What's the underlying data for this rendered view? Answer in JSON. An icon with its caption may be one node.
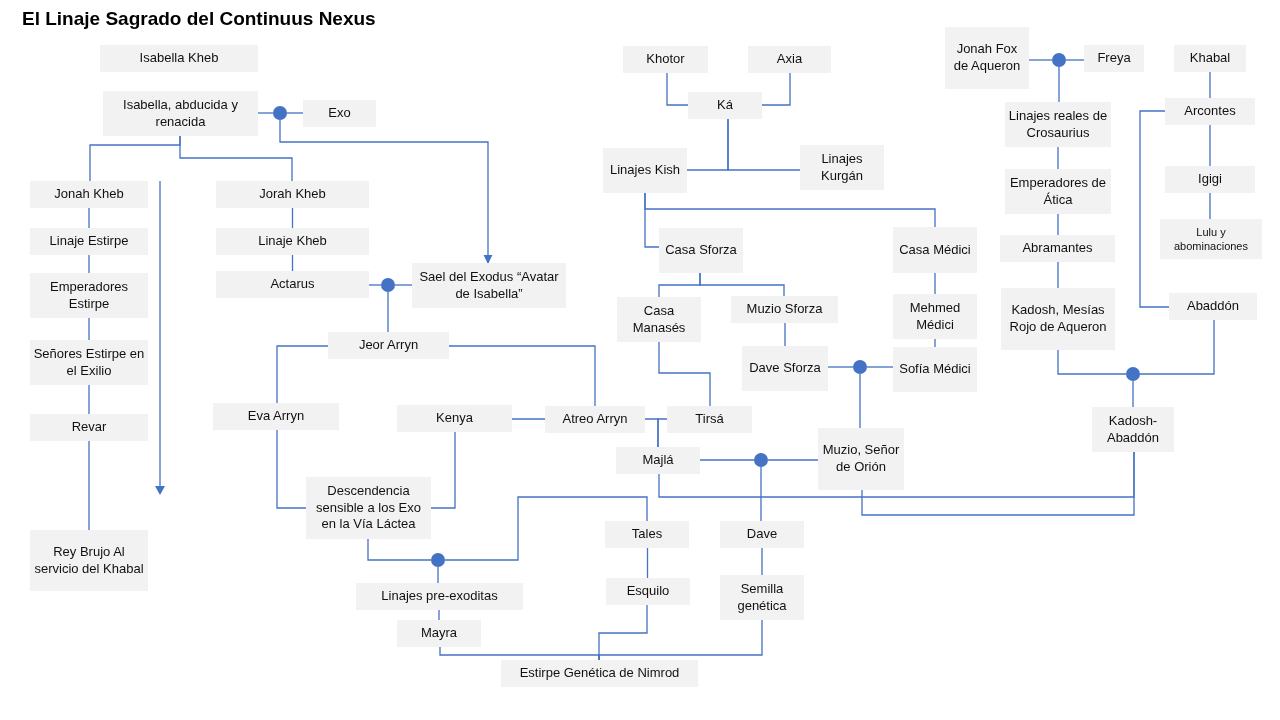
{
  "diagram": {
    "title": "El Linaje Sagrado del Continuus Nexus",
    "nodes": [
      {
        "text": [
          "Isabella Kheb"
        ]
      },
      {
        "text": [
          "Isabella, abducida y renacida"
        ]
      },
      {
        "text": [
          "Exo"
        ]
      },
      {
        "text": [],
        "shape": "circle"
      },
      {
        "text": [
          "Jonah Kheb"
        ]
      },
      {
        "text": [
          "Linaje Estirpe"
        ]
      },
      {
        "text": [
          "Emperadores Estirpe"
        ]
      },
      {
        "text": [
          "Señores Estirpe en el Exilio"
        ]
      },
      {
        "text": [
          "Revar"
        ]
      },
      {
        "text": [
          "Rey Brujo Al servicio del Khabal"
        ]
      },
      {
        "text": [
          "Jorah Kheb"
        ]
      },
      {
        "text": [
          "Linaje Kheb"
        ]
      },
      {
        "text": [
          "Actarus"
        ]
      },
      {
        "text": [],
        "shape": "circle"
      },
      {
        "text": [
          "Sael del Exodus “Avatar de Isabella”"
        ]
      },
      {
        "text": [
          "Jeor Arryn"
        ]
      },
      {
        "text": [
          "Eva Arryn"
        ]
      },
      {
        "text": [
          "Kenya"
        ]
      },
      {
        "text": [
          "Atreo Arryn"
        ]
      },
      {
        "text": [
          "Tirsá"
        ]
      },
      {
        "text": [
          "Majlá"
        ]
      },
      {
        "text": [
          "Descendencia sensible a los Exo en la Vía Láctea"
        ]
      },
      {
        "text": [],
        "shape": "circle"
      },
      {
        "text": [
          "Linajes pre-exoditas"
        ]
      },
      {
        "text": [
          "Mayra"
        ]
      },
      {
        "text": [
          "Tales"
        ]
      },
      {
        "text": [
          "Esquilo"
        ]
      },
      {
        "text": [
          "Estirpe Genética de Nimrod"
        ]
      },
      {
        "text": [
          "Dave"
        ]
      },
      {
        "text": [
          "Semilla genética"
        ]
      },
      {
        "text": [],
        "shape": "circle"
      },
      {
        "text": [
          "Muzio, Señor de Orión"
        ]
      },
      {
        "text": [
          "Khotor"
        ]
      },
      {
        "text": [
          "Axia"
        ]
      },
      {
        "text": [
          "Ká"
        ]
      },
      {
        "text": [
          "Linajes Kish"
        ]
      },
      {
        "text": [
          "Linajes Kurgán"
        ]
      },
      {
        "text": [
          "Casa Sforza"
        ]
      },
      {
        "text": [
          "Casa Médici"
        ]
      },
      {
        "text": [
          "Casa Manasés"
        ]
      },
      {
        "text": [
          "Muzio Sforza"
        ]
      },
      {
        "text": [
          "Mehmed Médici"
        ]
      },
      {
        "text": [
          "Dave Sforza"
        ]
      },
      {
        "text": [],
        "shape": "circle"
      },
      {
        "text": [
          "Sofía Médici"
        ]
      },
      {
        "text": [
          "Jonah Fox de Aqueron"
        ]
      },
      {
        "text": [],
        "shape": "circle"
      },
      {
        "text": [
          "Freya"
        ]
      },
      {
        "text": [
          "Khabal"
        ]
      },
      {
        "text": [
          "Linajes reales de Crosaurius"
        ]
      },
      {
        "text": [
          "Arcontes"
        ]
      },
      {
        "text": [
          "Emperadores de Ática"
        ]
      },
      {
        "text": [
          "Igigi"
        ]
      },
      {
        "text": [
          "Lulu y abominaciones"
        ]
      },
      {
        "text": [
          "Abramantes"
        ]
      },
      {
        "text": [
          "Kadosh, Mesías Rojo de Aqueron"
        ]
      },
      {
        "text": [
          "Abaddón"
        ]
      },
      {
        "text": [],
        "shape": "circle"
      },
      {
        "text": [
          "Kadosh-Abaddón"
        ]
      }
    ],
    "edges": [
      {
        "from": 1,
        "to": 3,
        "arrow": "none"
      },
      {
        "from": 3,
        "to": 2,
        "arrow": "none"
      },
      {
        "from": 3,
        "to": 14,
        "arrow": "to"
      },
      {
        "from": 1,
        "to": 4,
        "arrow": "none"
      },
      {
        "from": 1,
        "to": 10,
        "arrow": "none"
      },
      {
        "from": 4,
        "to": 5,
        "arrow": "none"
      },
      {
        "from": 5,
        "to": 6,
        "arrow": "none"
      },
      {
        "from": 6,
        "to": 7,
        "arrow": "none"
      },
      {
        "from": 7,
        "to": 8,
        "arrow": "none"
      },
      {
        "from": 8,
        "to": 9,
        "arrow": "none"
      },
      {
        "from": 10,
        "to": 11,
        "arrow": "none"
      },
      {
        "from": 11,
        "to": 12,
        "arrow": "none"
      },
      {
        "from": 12,
        "to": 13,
        "arrow": "none"
      },
      {
        "from": 13,
        "to": 14,
        "arrow": "none"
      },
      {
        "from": 13,
        "to": 15,
        "arrow": "none"
      },
      {
        "from": 15,
        "to": 16,
        "arrow": "none"
      },
      {
        "from": 15,
        "to": 18,
        "arrow": "none"
      },
      {
        "from": 16,
        "to": 21,
        "arrow": "none"
      },
      {
        "from": 17,
        "to": 21,
        "arrow": "none"
      },
      {
        "from": 17,
        "to": 18,
        "arrow": "none"
      },
      {
        "from": 18,
        "to": 20,
        "arrow": "none"
      },
      {
        "from": 19,
        "to": 20,
        "arrow": "none"
      },
      {
        "from": 39,
        "to": 19,
        "arrow": "none"
      },
      {
        "from": 21,
        "to": 22,
        "arrow": "none"
      },
      {
        "from": 22,
        "to": 23,
        "arrow": "none"
      },
      {
        "from": 22,
        "to": 25,
        "arrow": "none"
      },
      {
        "from": 23,
        "to": 24,
        "arrow": "none"
      },
      {
        "from": 24,
        "to": 27,
        "arrow": "none"
      },
      {
        "from": 29,
        "to": 27,
        "arrow": "none"
      },
      {
        "from": 26,
        "to": 27,
        "arrow": "none"
      },
      {
        "from": 25,
        "to": 26,
        "arrow": "none"
      },
      {
        "from": 28,
        "to": 29,
        "arrow": "none"
      },
      {
        "from": 20,
        "to": 30,
        "arrow": "none"
      },
      {
        "from": 30,
        "to": 31,
        "arrow": "none"
      },
      {
        "from": 30,
        "to": 28,
        "arrow": "none"
      },
      {
        "from": 42,
        "to": 43,
        "arrow": "none"
      },
      {
        "from": 43,
        "to": 44,
        "arrow": "none"
      },
      {
        "from": 43,
        "to": 31,
        "arrow": "none"
      },
      {
        "from": 40,
        "to": 42,
        "arrow": "none"
      },
      {
        "from": 37,
        "to": 39,
        "arrow": "none"
      },
      {
        "from": 37,
        "to": 40,
        "arrow": "none"
      },
      {
        "from": 35,
        "to": 37,
        "arrow": "none"
      },
      {
        "from": 35,
        "to": 38,
        "arrow": "none"
      },
      {
        "from": 38,
        "to": 41,
        "arrow": "none"
      },
      {
        "from": 41,
        "to": 44,
        "arrow": "none"
      },
      {
        "from": 32,
        "to": 34,
        "arrow": "none"
      },
      {
        "from": 33,
        "to": 34,
        "arrow": "none"
      },
      {
        "from": 34,
        "to": 35,
        "arrow": "none"
      },
      {
        "from": 34,
        "to": 36,
        "arrow": "none"
      },
      {
        "from": 45,
        "to": 46,
        "arrow": "none"
      },
      {
        "from": 46,
        "to": 47,
        "arrow": "none"
      },
      {
        "from": 46,
        "to": 49,
        "arrow": "none"
      },
      {
        "from": 49,
        "to": 51,
        "arrow": "none"
      },
      {
        "from": 51,
        "to": 54,
        "arrow": "none"
      },
      {
        "from": 54,
        "to": 55,
        "arrow": "none"
      },
      {
        "from": 48,
        "to": 50,
        "arrow": "none"
      },
      {
        "from": 50,
        "to": 52,
        "arrow": "none"
      },
      {
        "from": 52,
        "to": 53,
        "arrow": "none"
      },
      {
        "from": 50,
        "to": 56,
        "arrow": "none"
      },
      {
        "from": 55,
        "to": 57,
        "arrow": "none"
      },
      {
        "from": 56,
        "to": 57,
        "arrow": "none"
      },
      {
        "from": 57,
        "to": 58,
        "arrow": "none"
      },
      {
        "from": 58,
        "to": 20,
        "arrow": "none"
      },
      {
        "from": 58,
        "to": 31,
        "arrow": "none"
      }
    ]
  }
}
